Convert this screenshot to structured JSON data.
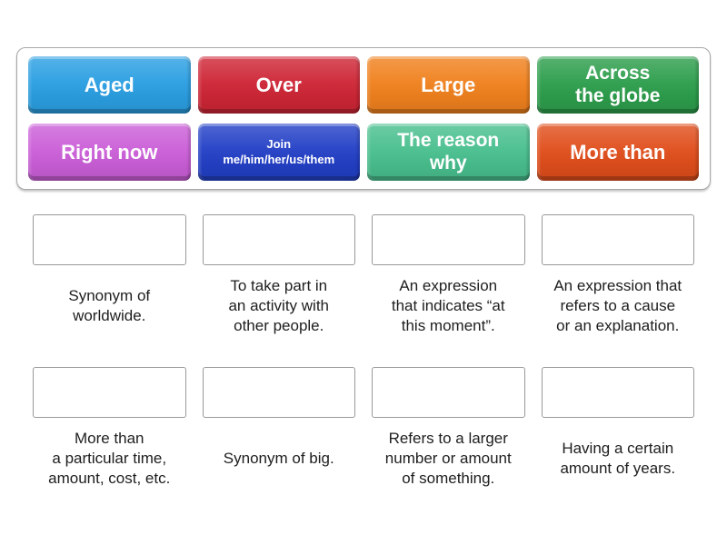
{
  "activity": {
    "type": "match-up",
    "tiles": [
      {
        "label": "Aged",
        "color": "#2b9fe2"
      },
      {
        "label": "Over",
        "color": "#ce2636"
      },
      {
        "label": "Large",
        "color": "#f0811e"
      },
      {
        "label": "Across\nthe globe",
        "color": "#2d9e4c"
      },
      {
        "label": "Right now",
        "color": "#cb5fd8"
      },
      {
        "label": "Join\nme/him/her/us/them",
        "color": "#2340c6"
      },
      {
        "label": "The reason\nwhy",
        "color": "#49bf8e"
      },
      {
        "label": "More than",
        "color": "#e04e1c"
      }
    ],
    "definitions": [
      {
        "text": "Synonym of\nworldwide."
      },
      {
        "text": "To take part in\nan activity with\nother people."
      },
      {
        "text": "An expression\nthat indicates “at\nthis moment”."
      },
      {
        "text": "An expression that\nrefers to a cause\nor an explanation."
      },
      {
        "text": "More than\na particular time,\namount, cost, etc."
      },
      {
        "text": "Synonym of big."
      },
      {
        "text": "Refers to a larger\nnumber or amount\nof something."
      },
      {
        "text": "Having a certain\namount of years."
      }
    ]
  }
}
